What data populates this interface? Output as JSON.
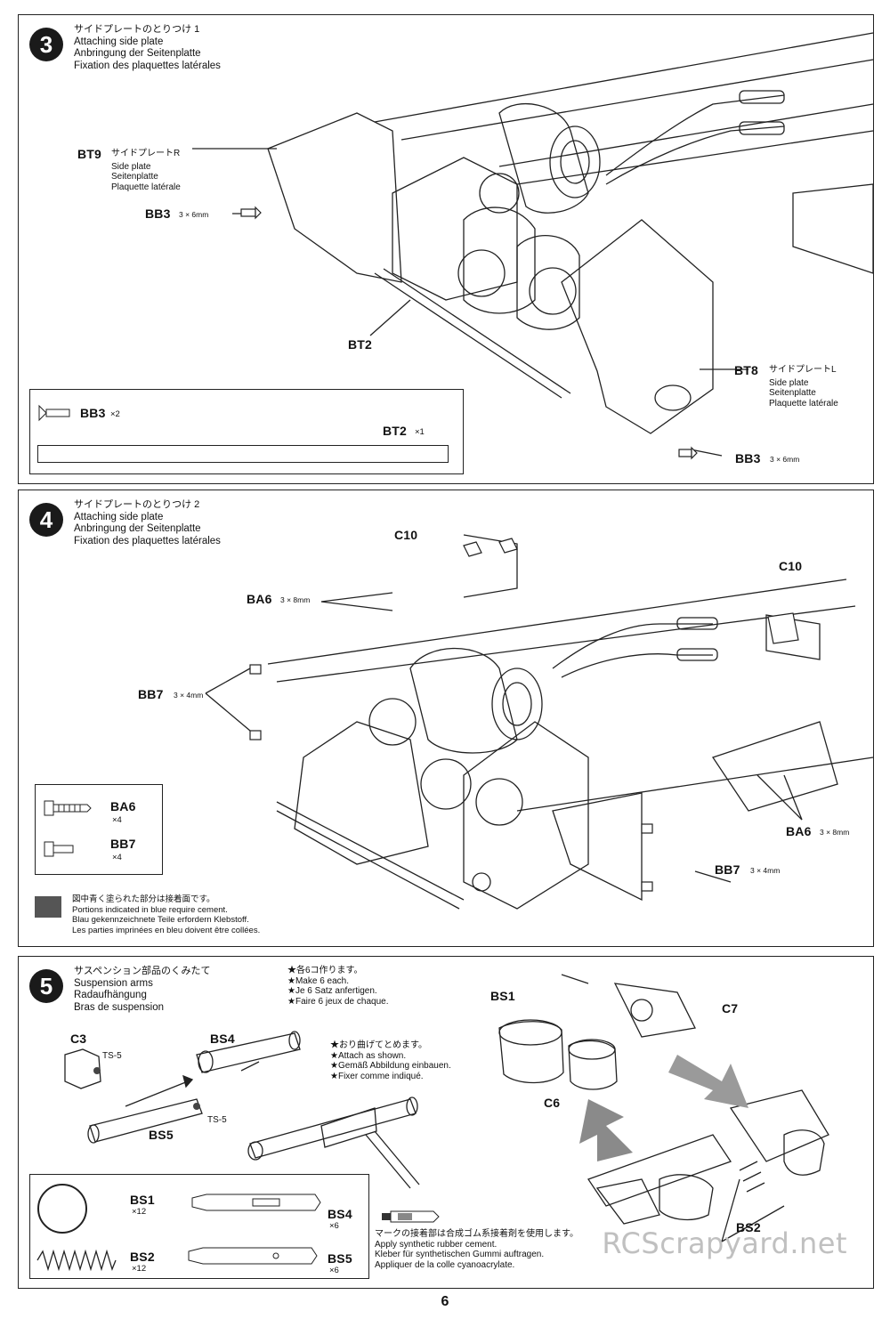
{
  "step3": {
    "number": "3",
    "title_jp": "サイドプレートのとりつけ 1",
    "title_en": "Attaching side plate",
    "title_de": "Anbringung der Seitenplatte",
    "title_fr": "Fixation des plaquettes latérales",
    "bt9_label": "BT9",
    "bt9_jp": "サイドプレートR",
    "bt9_en": "Side plate",
    "bt9_de": "Seitenplatte",
    "bt9_fr": "Plaquette latérale",
    "bb3_label": "BB3",
    "bb3_size": "3 × 6mm",
    "bt2_label": "BT2",
    "bt8_label": "BT8",
    "bt8_jp": "サイドプレートL",
    "bt8_en": "Side plate",
    "bt8_de": "Seitenplatte",
    "bt8_fr": "Plaquette latérale",
    "bb3b_label": "BB3",
    "bb3b_size": "3 × 6mm",
    "parts_bb3": "BB3",
    "parts_bb3_qty": "×2",
    "parts_bt2": "BT2",
    "parts_bt2_qty": "×1"
  },
  "step4": {
    "number": "4",
    "title_jp": "サイドプレートのとりつけ 2",
    "title_en": "Attaching side plate",
    "title_de": "Anbringung der Seitenplatte",
    "title_fr": "Fixation des plaquettes latérales",
    "c10a": "C10",
    "c10b": "C10",
    "ba6_label": "BA6",
    "ba6_size": "3 × 8mm",
    "bb7_label": "BB7",
    "bb7_size": "3 × 4mm",
    "ba6b_label": "BA6",
    "ba6b_size": "3 × 8mm",
    "bb7b_label": "BB7",
    "bb7b_size": "3 × 4mm",
    "parts_ba6": "BA6",
    "parts_ba6_qty": "×4",
    "parts_bb7": "BB7",
    "parts_bb7_qty": "×4",
    "note_jp": "図中青く塗られた部分は接着面です。",
    "note_en": "Portions indicated in blue require cement.",
    "note_de": "Blau gekennzeichnete Teile erfordern Klebstoff.",
    "note_fr": "Les parties imprinées en bleu doivent être collées."
  },
  "step5": {
    "number": "5",
    "title_jp": "サスペンション部品のくみたて",
    "title_en": "Suspension arms",
    "title_de": "Radaufhängung",
    "title_fr": "Bras de suspension",
    "make_jp": "★各6コ作ります。",
    "make_en": "★Make 6 each.",
    "make_de": "★Je 6 Satz anfertigen.",
    "make_fr": "★Faire 6 jeux de chaque.",
    "c3": "C3",
    "ts5a": "TS-5",
    "ts5b": "TS-5",
    "bs4": "BS4",
    "bs5": "BS5",
    "bend_jp": "★おり曲げてとめます。",
    "bend_en": "★Attach as shown.",
    "bend_de": "★Gemäß Abbildung einbauen.",
    "bend_fr": "★Fixer comme indiqué.",
    "bs1": "BS1",
    "c7": "C7",
    "c6": "C6",
    "bs2": "BS2",
    "parts_bs1": "BS1",
    "parts_bs1_qty": "×12",
    "parts_bs2": "BS2",
    "parts_bs2_qty": "×12",
    "parts_bs4": "BS4",
    "parts_bs4_qty": "×6",
    "parts_bs5": "BS5",
    "parts_bs5_qty": "×6",
    "glue_jp": "マークの接着部は合成ゴム系接着剤を使用します。",
    "glue_en": "Apply synthetic rubber cement.",
    "glue_de": "Kleber für synthetischen Gummi auftragen.",
    "glue_fr": "Appliquer de la colle cyanoacrylate."
  },
  "page_number": "6",
  "watermark": "RCScrapyard.net"
}
